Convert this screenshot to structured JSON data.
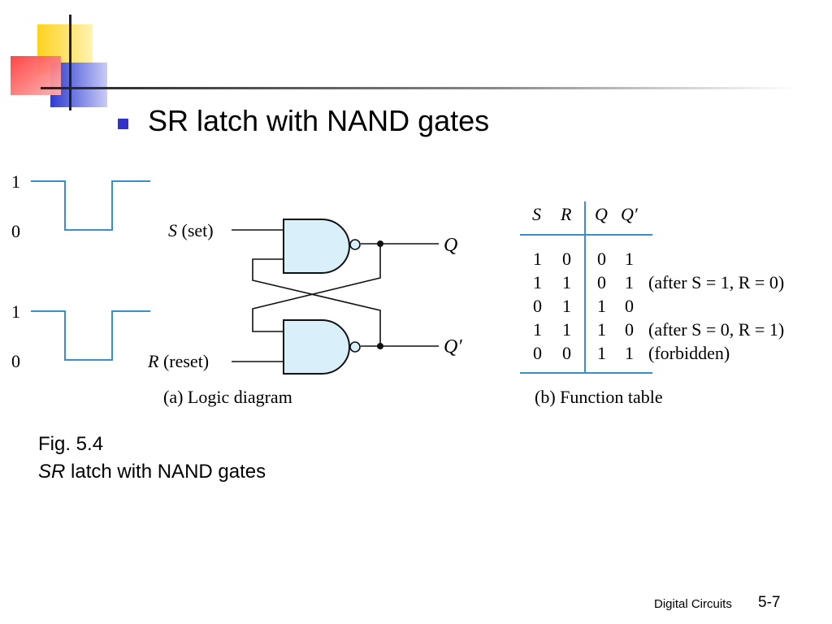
{
  "slide": {
    "title": "SR latch with NAND gates",
    "caption": {
      "fig_label": "Fig. 5.4",
      "italic": "SR",
      "rest": " latch with NAND gates"
    },
    "footer": {
      "course": "Digital Circuits",
      "page": "5-7"
    }
  },
  "waveforms": {
    "top": {
      "high": "1",
      "low": "0"
    },
    "bottom": {
      "high": "1",
      "low": "0"
    }
  },
  "logic_diagram": {
    "input_s": {
      "var": "S",
      "text": " (set)"
    },
    "input_r": {
      "var": "R",
      "text": " (reset)"
    },
    "output_q": "Q",
    "output_qbar": "Q′",
    "caption": "(a) Logic diagram"
  },
  "function_table": {
    "headers": [
      "S",
      "R",
      "Q",
      "Q′"
    ],
    "rows": [
      {
        "s": "1",
        "r": "0",
        "q": "0",
        "qbar": "1",
        "note": ""
      },
      {
        "s": "1",
        "r": "1",
        "q": "0",
        "qbar": "1",
        "note": "(after S = 1, R = 0)"
      },
      {
        "s": "0",
        "r": "1",
        "q": "1",
        "qbar": "0",
        "note": ""
      },
      {
        "s": "1",
        "r": "1",
        "q": "1",
        "qbar": "0",
        "note": "(after S = 0, R = 1)"
      },
      {
        "s": "0",
        "r": "0",
        "q": "1",
        "qbar": "1",
        "note": "(forbidden)"
      }
    ],
    "caption": "(b) Function table"
  },
  "colors": {
    "accent_blue": "#3333cc",
    "wave_blue": "#3a8fc9",
    "gate_fill": "#d9f0fb",
    "deco_yellow": "#ffd21f",
    "deco_red": "#ff3c3c",
    "deco_blue": "#2d3bd1"
  }
}
